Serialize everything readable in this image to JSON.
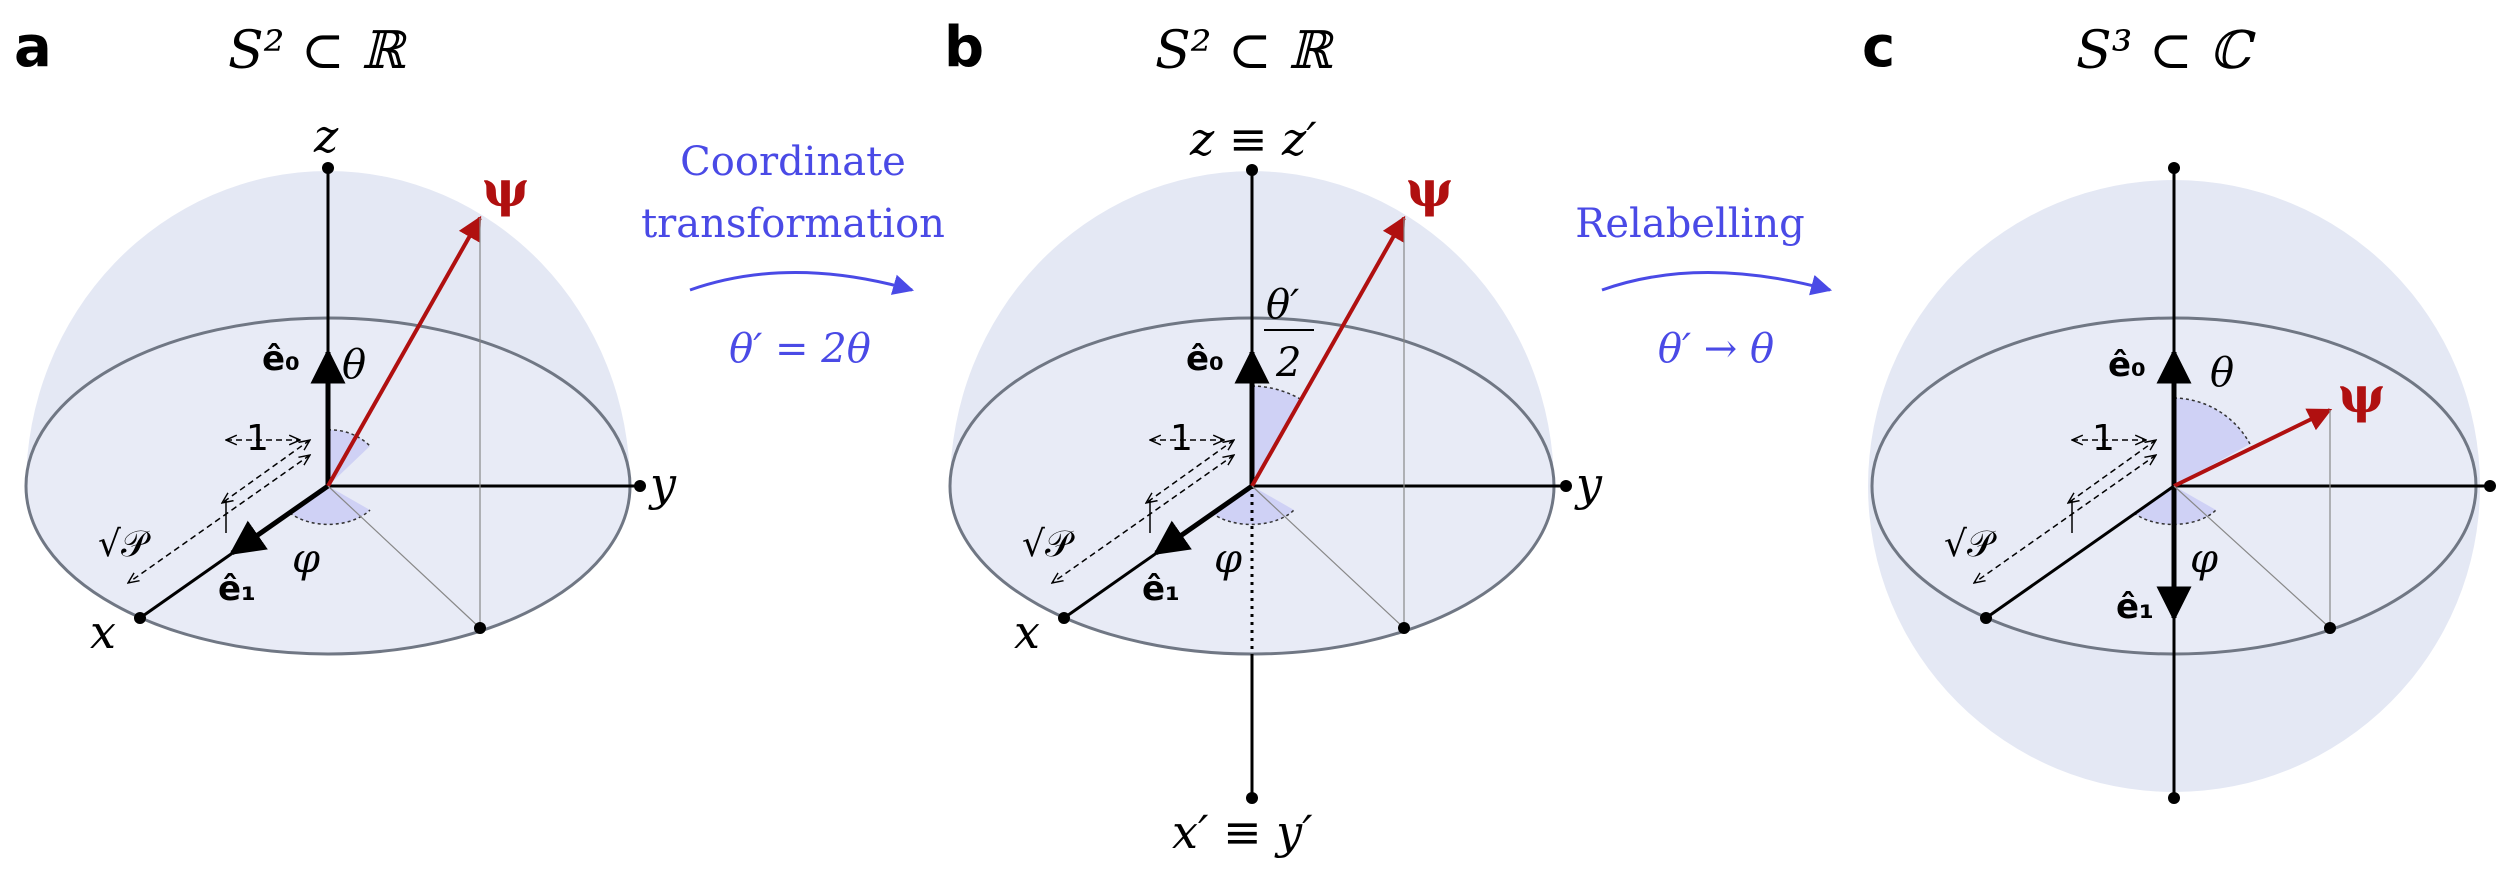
{
  "panels": {
    "a": {
      "letter": "a",
      "title": "S² ⊂ ℝ",
      "z": "z",
      "y": "y",
      "x": "x",
      "e0": "ê₀",
      "e1": "ê₁",
      "theta": "θ",
      "phi": "φ",
      "one": "1",
      "sqrtP": "√𝒫",
      "psi": "ψ"
    },
    "b": {
      "letter": "b",
      "title": "S² ⊂ ℝ",
      "z": "z ≡ z′",
      "y": "y",
      "x": "x",
      "bottom": "x′ ≡ y′",
      "e0": "ê₀",
      "e1": "ê₁",
      "theta_num": "θ′",
      "theta_den": "2",
      "phi": "φ",
      "one": "1",
      "sqrtP": "√𝒫",
      "psi": "ψ"
    },
    "c": {
      "letter": "c",
      "title": "S³ ⊂ ℂ",
      "e0": "ê₀",
      "e1": "ê₁",
      "theta": "θ",
      "phi": "φ",
      "one": "1",
      "sqrtP": "√𝒫",
      "psi": "ψ"
    }
  },
  "transitions": {
    "first": {
      "line1": "Coordinate",
      "line2": "transformation",
      "equation": "θ′ = 2θ"
    },
    "second": {
      "line1": "Relabelling",
      "equation": "θ′ → θ"
    }
  },
  "colors": {
    "sphere": "#e4e8f4",
    "psi_vector": "#b01010",
    "transition": "#4a4ae6",
    "angle_fill": "#cfd1f5"
  }
}
